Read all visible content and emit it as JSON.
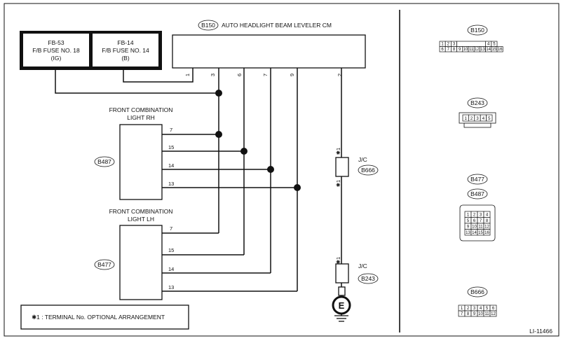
{
  "ecu": {
    "tag": "B150",
    "title": "AUTO HEADLIGHT BEAM LEVELER CM"
  },
  "fuses": [
    {
      "line1": "FB-53",
      "line2": "F/B FUSE NO. 18",
      "line3": "(IG)"
    },
    {
      "line1": "FB-14",
      "line2": "F/B FUSE NO. 14",
      "line3": "(B)"
    }
  ],
  "ecu_pins": [
    "1",
    "3",
    "6",
    "7",
    "9",
    "2"
  ],
  "light_rh": {
    "line1": "FRONT COMBINATION",
    "line2": "LIGHT RH",
    "tag": "B487",
    "pins": [
      "7",
      "15",
      "14",
      "13"
    ]
  },
  "light_lh": {
    "line1": "FRONT COMBINATION",
    "line2": "LIGHT LH",
    "tag": "B477",
    "pins": [
      "7",
      "15",
      "14",
      "13"
    ]
  },
  "jc1": {
    "label": "J/C",
    "tag": "B666",
    "mark_top": "✱1",
    "mark_bottom": "✱1"
  },
  "jc2": {
    "label": "J/C",
    "tag": "B243",
    "mark_top": "✱1"
  },
  "ground": {
    "symbol": "E"
  },
  "note": {
    "star": "✱1",
    "text": " : TERMINAL No. OPTIONAL ARRANGEMENT"
  },
  "connectors": {
    "b150": {
      "tag": "B150",
      "row1": [
        "1",
        "2",
        "3",
        "",
        "4",
        "5"
      ],
      "row2": [
        "6",
        "7",
        "8",
        "9",
        "10",
        "11",
        "12",
        "13",
        "14",
        "15",
        "16"
      ]
    },
    "b243": {
      "tag": "B243",
      "cells": [
        "1",
        "2",
        "3",
        "4",
        "5"
      ]
    },
    "b477": {
      "tag1": "B477",
      "tag2": "B487",
      "rows": [
        [
          "1",
          "2",
          "3",
          "4"
        ],
        [
          "5",
          "6",
          "7",
          "8"
        ],
        [
          "9",
          "10",
          "11",
          "12"
        ],
        [
          "13",
          "14",
          "15",
          "16"
        ]
      ]
    },
    "b666": {
      "tag": "B666",
      "row1": [
        "1",
        "2",
        "3",
        "4",
        "5",
        "6"
      ],
      "row2": [
        "7",
        "8",
        "9",
        "10",
        "11",
        "12"
      ]
    }
  },
  "figure_id": "LI-11466"
}
